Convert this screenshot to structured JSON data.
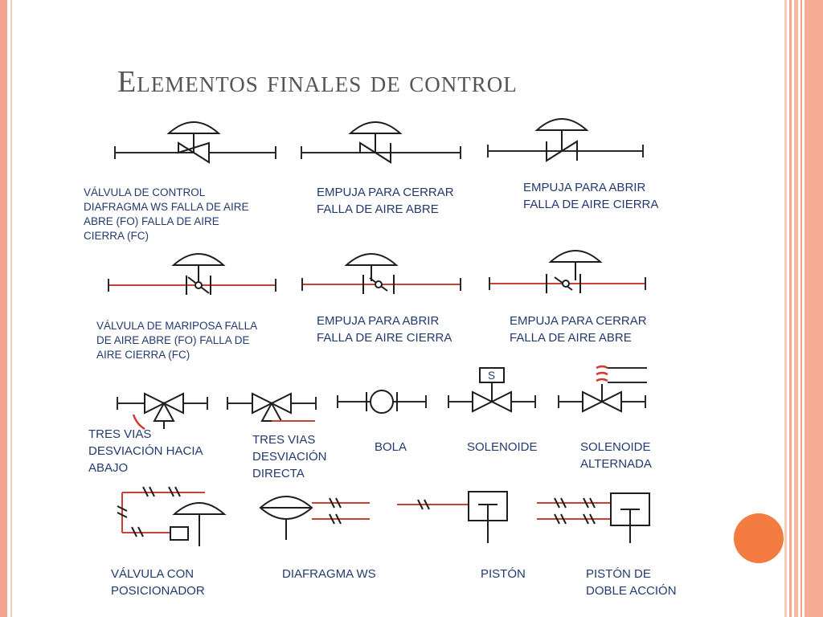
{
  "slide": {
    "title": "Elementos finales de control"
  },
  "symbols": [
    {
      "lines": [
        "VÁLVULA DE CONTROL",
        "DIAFRAGMA WS FALLA DE  AIRE",
        "ABRE (FO) FALLA DE AIRE",
        "CIERRA (FC)"
      ]
    },
    {
      "lines": [
        "EMPUJA PARA CERRAR",
        "FALLA DE AIRE ABRE"
      ]
    },
    {
      "lines": [
        "EMPUJA PARA ABRIR",
        "FALLA DE AIRE CIERRA"
      ]
    },
    {
      "lines": [
        "VÁLVULA DE MARIPOSA FALLA",
        "DE AIRE ABRE (FO) FALLA DE",
        "AIRE CIERRA (FC)"
      ]
    },
    {
      "lines": [
        "EMPUJA PARA ABRIR",
        "FALLA DE AIRE CIERRA"
      ]
    },
    {
      "lines": [
        "EMPUJA PARA CERRAR",
        "FALLA DE AIRE ABRE"
      ]
    },
    {
      "lines": [
        "TRES VIAS",
        "DESVIACIÓN HACIA",
        "ABAJO"
      ]
    },
    {
      "lines": [
        "TRES VIAS",
        "DESVIACIÓN",
        "DIRECTA"
      ]
    },
    {
      "lines": [
        "BOLA"
      ]
    },
    {
      "lines": [
        "SOLENOIDE"
      ]
    },
    {
      "lines": [
        "SOLENOIDE",
        "ALTERNADA"
      ]
    },
    {
      "lines": [
        "VÁLVULA CON",
        "POSICIONADOR"
      ]
    },
    {
      "lines": [
        "DIAFRAGMA WS"
      ]
    },
    {
      "lines": [
        "PISTÓN"
      ]
    },
    {
      "lines": [
        "PISTÓN DE",
        "DOBLE ACCIÓN"
      ]
    }
  ],
  "solenoid_box_label": "S",
  "colors": {
    "border": "#f4a48c",
    "accent_dot": "#f47b42",
    "label_text": "#233a6e",
    "signal_line": "#d23a2f"
  }
}
